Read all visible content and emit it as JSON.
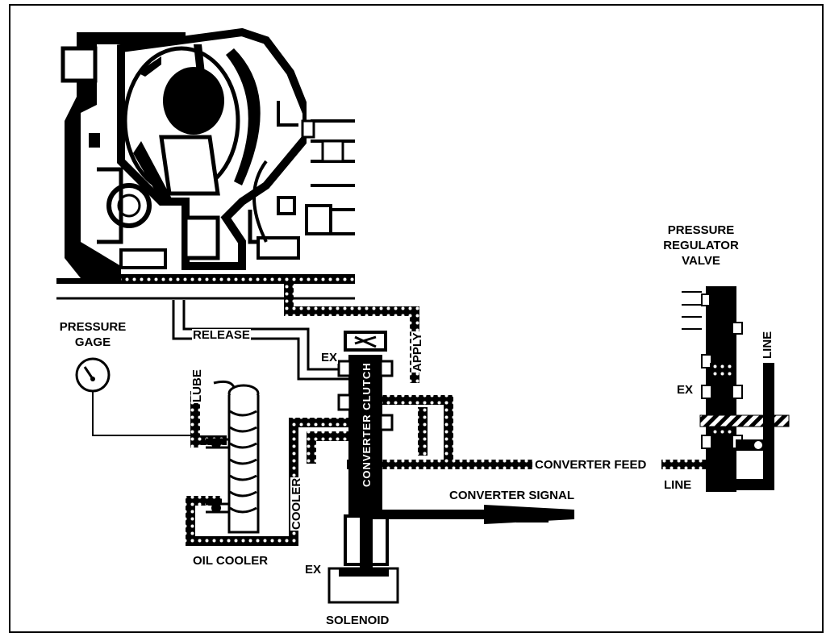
{
  "labels": {
    "pressure_gage": [
      "PRESSURE",
      "GAGE"
    ],
    "pressure_regulator_valve": [
      "PRESSURE",
      "REGULATOR",
      "VALVE"
    ],
    "release": "RELEASE",
    "apply": "APPLY",
    "lube": "LUBE",
    "cooler": "COOLER",
    "oil_cooler": "OIL COOLER",
    "converter_clutch": "CONVERTER CLUTCH",
    "converter_feed": "CONVERTER FEED",
    "converter_signal": "CONVERTER SIGNAL",
    "line_regulator": "LINE",
    "line_bottom": "LINE",
    "ex_clutch": "EX",
    "ex_regulator": "EX",
    "ex_solenoid": "EX",
    "solenoid": "SOLENOID"
  }
}
